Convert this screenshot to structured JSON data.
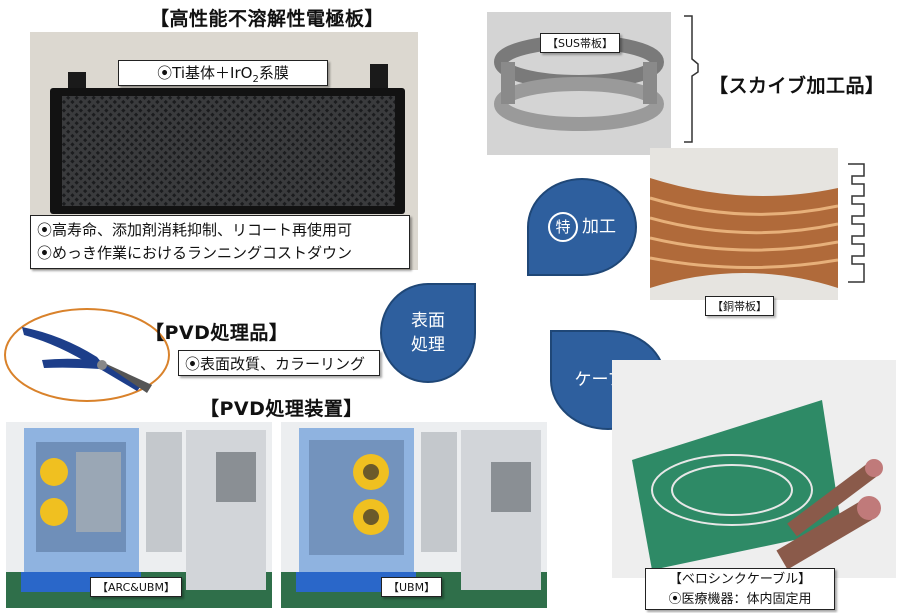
{
  "electrode": {
    "title": "【高性能不溶解性電極板】",
    "subtitle": "⦿Ti基体＋IrO",
    "subtitle_sub": "2",
    "subtitle_end": "系膜",
    "desc_line1": "⦿高寿命、添加剤消耗抑制、リコート再使用可",
    "desc_line2": "⦿めっき作業におけるランニングコストダウン"
  },
  "pvd_product": {
    "title": "【PVD処理品】",
    "desc": "⦿表面改質、カラーリング"
  },
  "pvd_device": {
    "title": "【PVD処理装置】",
    "caption_left": "【ARC&UBM】",
    "caption_right": "【UBM】"
  },
  "sus": {
    "caption": "【SUS帯板】"
  },
  "skive": {
    "title": "【スカイブ加工品】"
  },
  "copper": {
    "caption": "【銅帯板】"
  },
  "bubbles": {
    "special_char": "特",
    "special_rest": "加工",
    "surface_line1": "表面",
    "surface_line2": "処理",
    "cable": "ケーブル"
  },
  "cable": {
    "title": "【ベロシンクケーブル】",
    "desc": "⦿医療機器：体内固定用"
  },
  "colors": {
    "bubble": "#2e5f9e",
    "orange_outline": "#d9822b"
  }
}
